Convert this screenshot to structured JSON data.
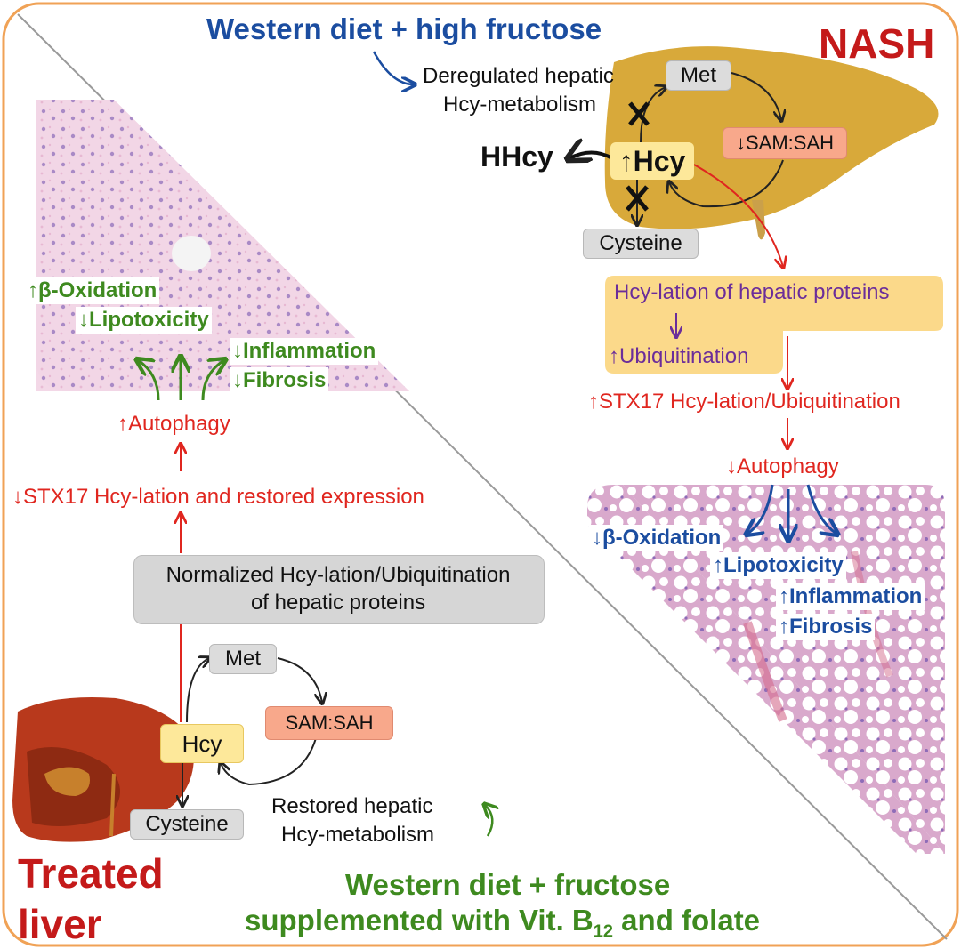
{
  "colors": {
    "frame": "#f0a256",
    "red": "#e0261f",
    "green": "#3e8a1f",
    "blue": "#1b4da0",
    "purple": "#6b2d9a",
    "dark_red_title": "#c41a1a",
    "liver_nash": "#d8a93a",
    "liver_treated": "#b8391c",
    "hcy_box": "#fde89a",
    "sam_box": "#f8a88b",
    "grey_box": "#dcdcdc",
    "hcylation_panel": "#fbd98a"
  },
  "nash": {
    "title": "NASH",
    "diet": "Western diet + high fructose",
    "deregulated_line1": "Deregulated hepatic",
    "deregulated_line2": "Hcy-metabolism",
    "met": "Met",
    "sam_sah": "↓SAM:SAH",
    "hcy": "↑Hcy",
    "hhcy": "HHcy",
    "cysteine": "Cysteine",
    "hcylation": "Hcy-lation of hepatic proteins",
    "ubiquitination": "↑Ubiquitination",
    "stx17": "↑STX17 Hcy-lation/Ubiquitination",
    "autophagy": "↓Autophagy",
    "outcomes": [
      "↓β-Oxidation",
      "↑Lipotoxicity",
      "↑Inflammation",
      "↑Fibrosis"
    ]
  },
  "treated": {
    "title_line1": "Treated",
    "title_line2": "liver",
    "diet_line1": "Western diet + fructose",
    "diet_line2_prefix": "supplemented with Vit. B",
    "diet_line2_sub": "12",
    "diet_line2_suffix": " and folate",
    "restored_line1": "Restored hepatic",
    "restored_line2": "Hcy-metabolism",
    "met": "Met",
    "sam_sah": "SAM:SAH",
    "hcy": "Hcy",
    "cysteine": "Cysteine",
    "normalized_line1": "Normalized Hcy-lation/Ubiquitination",
    "normalized_line2": "of hepatic proteins",
    "stx17": "↓STX17 Hcy-lation and restored expression",
    "autophagy": "↑Autophagy",
    "outcomes": [
      "↑β-Oxidation",
      "↓Lipotoxicity",
      "↓Inflammation",
      "↓Fibrosis"
    ]
  }
}
